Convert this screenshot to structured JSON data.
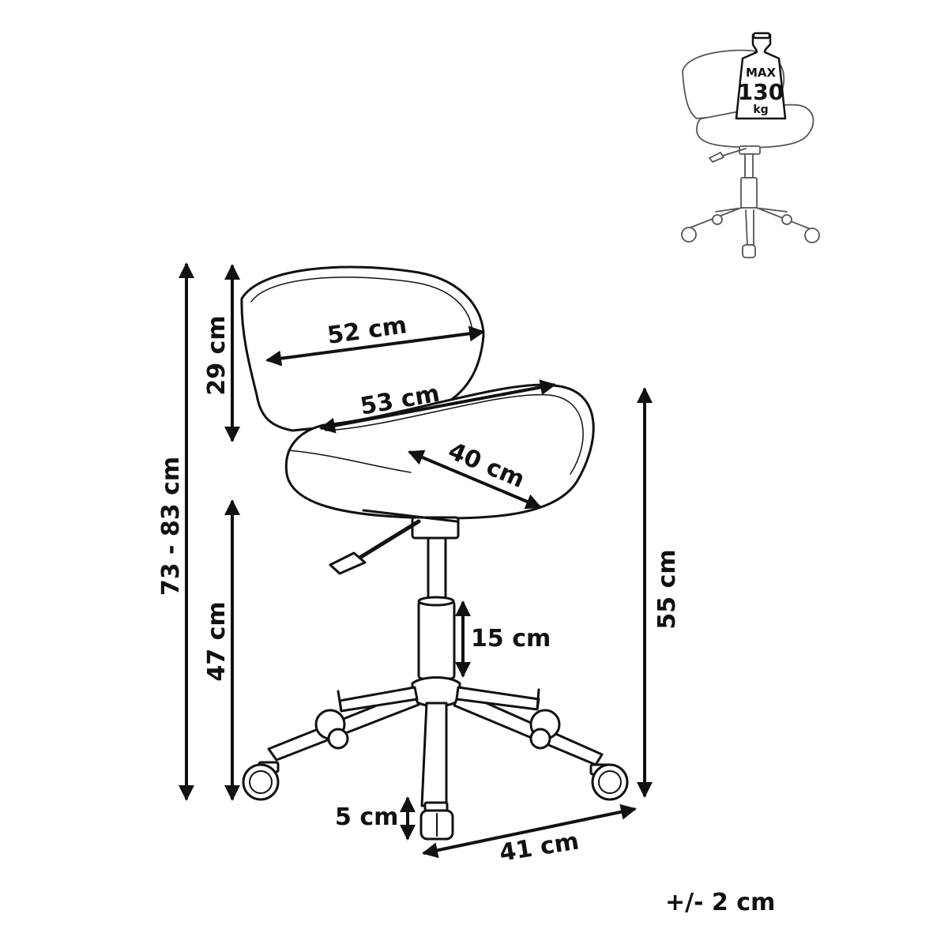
{
  "colors": {
    "line": "#111111",
    "thin": "#555555",
    "background": "#ffffff"
  },
  "icons": {
    "weight": "weight-icon",
    "chair": "office-chair-icon"
  },
  "weight_limit": {
    "line1": "MAX",
    "line2": "130",
    "line3": "kg"
  },
  "dimensions": {
    "total_height": "73 - 83 cm",
    "backrest_height": "29 cm",
    "backrest_width": "52 cm",
    "seat_width": "53 cm",
    "seat_depth": "40 cm",
    "seat_height": "47 cm",
    "gas_lift": "15 cm",
    "base_height": "55 cm",
    "wheel_height": "5 cm",
    "base_width": "41 cm"
  },
  "tolerance": "+/- 2 cm"
}
